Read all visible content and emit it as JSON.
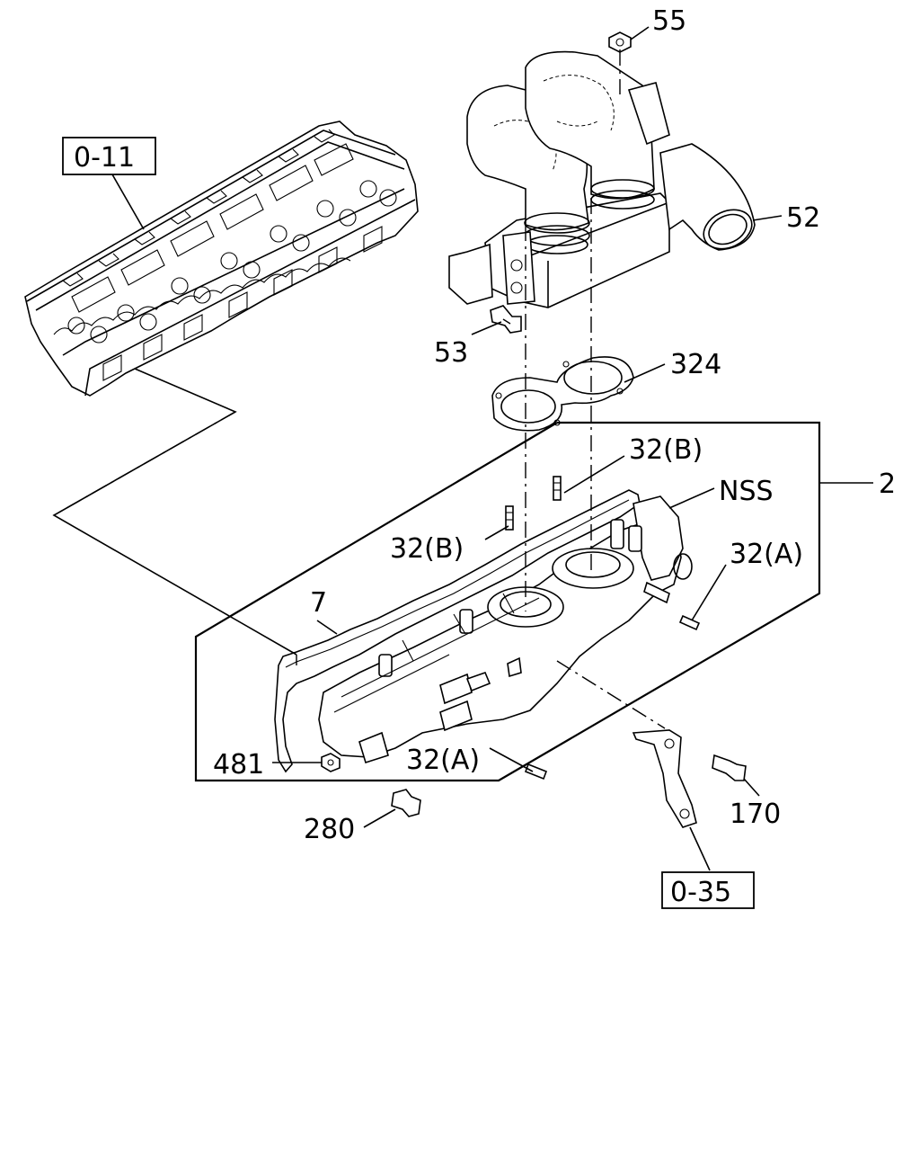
{
  "refs": {
    "ref_0_11": "0-11",
    "ref_0_35": "0-35"
  },
  "callouts": {
    "c55": "55",
    "c52": "52",
    "c53": "53",
    "c324": "324",
    "c2": "2",
    "c32b_top": "32(B)",
    "c32b_left": "32(B)",
    "nss": "NSS",
    "c32a_right": "32(A)",
    "c7": "7",
    "c32a_bottom": "32(A)",
    "c481": "481",
    "c280": "280",
    "c170": "170"
  }
}
